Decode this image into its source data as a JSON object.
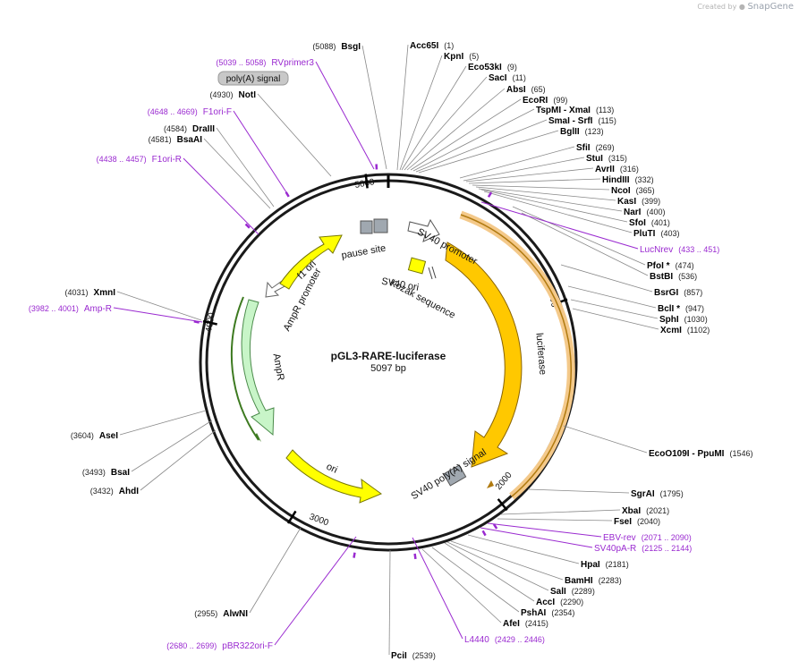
{
  "brand": {
    "created_by": "Created by",
    "app": "SnapGene"
  },
  "plasmid": {
    "name": "pGL3-RARE-luciferase",
    "size_label": "5097 bp",
    "length": 5097
  },
  "ticks": [
    {
      "bp": 1000,
      "label": "1000"
    },
    {
      "bp": 2000,
      "label": "2000"
    },
    {
      "bp": 3000,
      "label": "3000"
    },
    {
      "bp": 4000,
      "label": "4000"
    },
    {
      "bp": 5000,
      "label": "5000"
    }
  ],
  "colors": {
    "enzyme": "#000000",
    "primer": "#9a2ad0",
    "leader": "#888888",
    "ring": "#1a1a1a"
  },
  "sites": [
    {
      "name": "Acc65I",
      "pos": "(1)",
      "bp": 1,
      "side": "right"
    },
    {
      "name": "KpnI",
      "pos": "(5)",
      "bp": 5,
      "side": "right"
    },
    {
      "name": "Eco53kI",
      "pos": "(9)",
      "bp": 9,
      "side": "right"
    },
    {
      "name": "SacI",
      "pos": "(11)",
      "bp": 11,
      "side": "right"
    },
    {
      "name": "AbsI",
      "pos": "(65)",
      "bp": 65,
      "side": "right"
    },
    {
      "name": "EcoRI",
      "pos": "(99)",
      "bp": 99,
      "side": "right"
    },
    {
      "name": "TspMI  - XmaI",
      "pos": "(113)",
      "bp": 113,
      "side": "right"
    },
    {
      "name": "SmaI  - SrfI",
      "pos": "(115)",
      "bp": 115,
      "side": "right"
    },
    {
      "name": "BglII",
      "pos": "(123)",
      "bp": 123,
      "side": "right"
    },
    {
      "name": "SfiI",
      "pos": "(269)",
      "bp": 269,
      "side": "right"
    },
    {
      "name": "StuI",
      "pos": "(315)",
      "bp": 315,
      "side": "right"
    },
    {
      "name": "AvrII",
      "pos": "(316)",
      "bp": 316,
      "side": "right"
    },
    {
      "name": "HindIII",
      "pos": "(332)",
      "bp": 332,
      "side": "right"
    },
    {
      "name": "NcoI",
      "pos": "(365)",
      "bp": 365,
      "side": "right"
    },
    {
      "name": "KasI",
      "pos": "(399)",
      "bp": 399,
      "side": "right"
    },
    {
      "name": "NarI",
      "pos": "(400)",
      "bp": 400,
      "side": "right"
    },
    {
      "name": "SfoI",
      "pos": "(401)",
      "bp": 401,
      "side": "right"
    },
    {
      "name": "PluTI",
      "pos": "(403)",
      "bp": 403,
      "side": "right"
    },
    {
      "name": "PfoI *",
      "pos": "(474)",
      "bp": 474,
      "side": "right"
    },
    {
      "name": "BstBI",
      "pos": "(536)",
      "bp": 536,
      "side": "right"
    },
    {
      "name": "BsrGI",
      "pos": "(857)",
      "bp": 857,
      "side": "right"
    },
    {
      "name": "BclI *",
      "pos": "(947)",
      "bp": 947,
      "side": "right"
    },
    {
      "name": "SphI",
      "pos": "(1030)",
      "bp": 1030,
      "side": "right"
    },
    {
      "name": "XcmI",
      "pos": "(1102)",
      "bp": 1102,
      "side": "right"
    },
    {
      "name": "EcoO109I  - PpuMI",
      "pos": "(1546)",
      "bp": 1546,
      "side": "right"
    },
    {
      "name": "SgrAI",
      "pos": "(1795)",
      "bp": 1795,
      "side": "right"
    },
    {
      "name": "XbaI",
      "pos": "(2021)",
      "bp": 2021,
      "side": "right"
    },
    {
      "name": "FseI",
      "pos": "(2040)",
      "bp": 2040,
      "side": "right"
    },
    {
      "name": "HpaI",
      "pos": "(2181)",
      "bp": 2181,
      "side": "right"
    },
    {
      "name": "BamHI",
      "pos": "(2283)",
      "bp": 2283,
      "side": "right"
    },
    {
      "name": "SalI",
      "pos": "(2289)",
      "bp": 2289,
      "side": "right"
    },
    {
      "name": "AccI",
      "pos": "(2290)",
      "bp": 2290,
      "side": "right"
    },
    {
      "name": "PshAI",
      "pos": "(2354)",
      "bp": 2354,
      "side": "right"
    },
    {
      "name": "AfeI",
      "pos": "(2415)",
      "bp": 2415,
      "side": "right"
    },
    {
      "name": "PciI",
      "pos": "(2539)",
      "bp": 2539,
      "side": "right"
    },
    {
      "name": "AlwNI",
      "pos": "(2955)",
      "bp": 2955,
      "side": "left"
    },
    {
      "name": "AhdI",
      "pos": "(3432)",
      "bp": 3432,
      "side": "left"
    },
    {
      "name": "BsaI",
      "pos": "(3493)",
      "bp": 3493,
      "side": "left"
    },
    {
      "name": "AseI",
      "pos": "(3604)",
      "bp": 3604,
      "side": "left"
    },
    {
      "name": "XmnI",
      "pos": "(4031)",
      "bp": 4031,
      "side": "left"
    },
    {
      "name": "BsaAI",
      "pos": "(4581)",
      "bp": 4581,
      "side": "left"
    },
    {
      "name": "DraIII",
      "pos": "(4584)",
      "bp": 4584,
      "side": "left"
    },
    {
      "name": "NotI",
      "pos": "(4930)",
      "bp": 4930,
      "side": "left"
    },
    {
      "name": "BsgI",
      "pos": "(5088)",
      "bp": 5088,
      "side": "left"
    }
  ],
  "primers": [
    {
      "name": "LucNrev",
      "range": "(433 .. 451)",
      "bp": 442,
      "side": "right"
    },
    {
      "name": "EBV-rev",
      "range": "(2071 .. 2090)",
      "bp": 2080,
      "side": "right"
    },
    {
      "name": "SV40pA-R",
      "range": "(2125 .. 2144)",
      "bp": 2134,
      "side": "right"
    },
    {
      "name": "L4440",
      "range": "(2429 .. 2446)",
      "bp": 2437,
      "side": "right"
    },
    {
      "name": "pBR322ori-F",
      "range": "(2680 .. 2699)",
      "bp": 2690,
      "side": "left"
    },
    {
      "name": "Amp-R",
      "range": "(3982 .. 4001)",
      "bp": 3991,
      "side": "left"
    },
    {
      "name": "F1ori-R",
      "range": "(4438 .. 4457)",
      "bp": 4447,
      "side": "left"
    },
    {
      "name": "F1ori-F",
      "range": "(4648 .. 4669)",
      "bp": 4658,
      "side": "left"
    },
    {
      "name": "RVprimer3",
      "range": "(5039 .. 5058)",
      "bp": 5048,
      "side": "left"
    }
  ],
  "polyA_badge": {
    "label": "poly(A) signal"
  },
  "features": [
    {
      "label": "luciferase",
      "color": "#ffc800",
      "stroke": "#c08a00"
    },
    {
      "label": "SV40 promoter",
      "color": "#ffffff",
      "stroke": "#555555"
    },
    {
      "label": "SV40 ori",
      "color": "#ffff00",
      "stroke": "#777700"
    },
    {
      "label": "Kozak sequence",
      "color": "#666666",
      "stroke": "#444444"
    },
    {
      "label": "SV40 poly(A) signal",
      "color": "#a0a8b0",
      "stroke": "#555555"
    },
    {
      "label": "ori",
      "color": "#ffff00",
      "stroke": "#777700"
    },
    {
      "label": "AmpR",
      "color": "#c8f5c8",
      "stroke": "#4a8a4a"
    },
    {
      "label": "AmpR promoter",
      "color": "#ffffff",
      "stroke": "#666666"
    },
    {
      "label": "f1 ori",
      "color": "#ffff00",
      "stroke": "#777700"
    },
    {
      "label": "pause site",
      "color": "#a0a8b0",
      "stroke": "#555555"
    }
  ]
}
